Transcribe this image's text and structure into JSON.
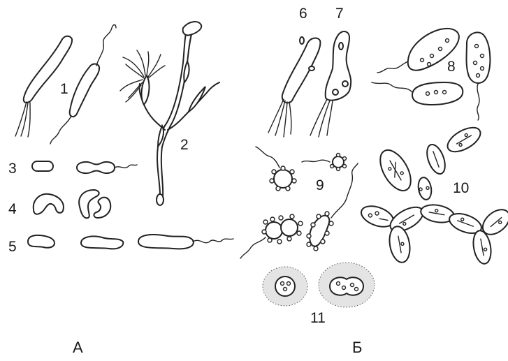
{
  "figure": {
    "panel_labels": {
      "a": "А",
      "b": "Б"
    },
    "numbers": {
      "n1": "1",
      "n2": "2",
      "n3": "3",
      "n4": "4",
      "n5": "5",
      "n6": "6",
      "n7": "7",
      "n8": "8",
      "n9": "9",
      "n10": "10",
      "n11": "11"
    }
  }
}
